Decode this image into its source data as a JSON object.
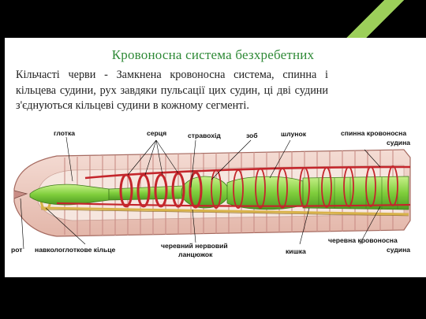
{
  "slide": {
    "title": "Кровоносна система безхребетних",
    "body": "Кільчасті черви - Замкнена кровоносна система, спинна і кільцева судини, рух завдяки пульсації  цих судин, ці дві судини з'єднуються кільцеві судини в кожному сегменті."
  },
  "diagram": {
    "labels": {
      "pharynx": "глотка",
      "hearts": "серця",
      "esophagus": "стравохід",
      "crop": "зоб",
      "gizzard": "шлунок",
      "dorsal_vessel_1": "спинна кровоносна",
      "dorsal_vessel_2": "судина",
      "mouth": "рот",
      "nerve_ring": "навкологлоткове кільце",
      "ventral_nerve_1": "черевний нервовий",
      "ventral_nerve_2": "ланцюжок",
      "intestine": "кишка",
      "ventral_vessel_1": "черевна кровоносна",
      "ventral_vessel_2": "судина"
    },
    "colors": {
      "body": "#e9c7bc",
      "segments": "#c98d86",
      "gut": "#7fce3c",
      "vessel": "#c4262c",
      "nerve": "#d8b24a"
    }
  }
}
